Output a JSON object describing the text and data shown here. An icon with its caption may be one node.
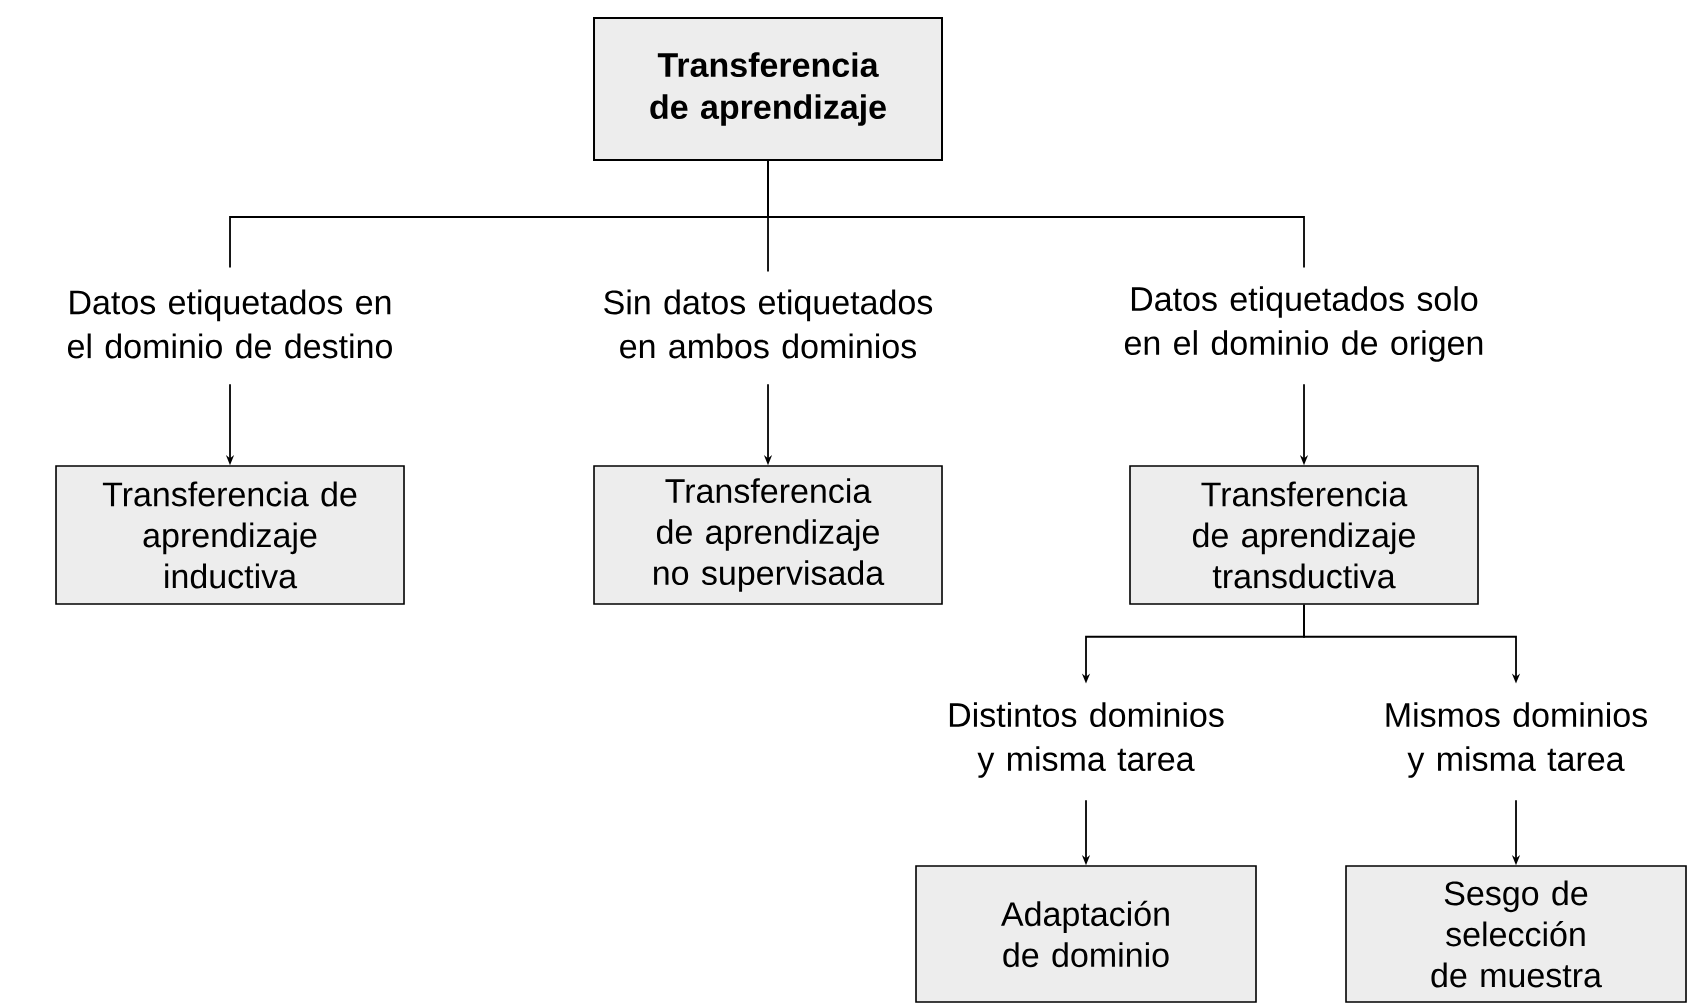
{
  "diagram": {
    "nodes": [
      {
        "text": [
          "Transferencia de aprendizaje"
        ]
      },
      {
        "text": [
          "Datos etiquetados en el dominio de destino"
        ]
      },
      {
        "text": [
          "Sin datos etiquetados en ambos dominios"
        ]
      },
      {
        "text": [
          "Datos etiquetados solo en el dominio de origen"
        ]
      },
      {
        "text": [
          "Transferencia de aprendizaje inductiva"
        ]
      },
      {
        "text": [
          "Transferencia de aprendizaje no supervisada"
        ]
      },
      {
        "text": [
          "Transferencia de aprendizaje transductiva"
        ]
      },
      {
        "text": [
          "Distintos dominios y misma tarea"
        ]
      },
      {
        "text": [
          "Mismos dominios y misma tarea"
        ]
      },
      {
        "text": [
          "Adaptación de dominio"
        ]
      },
      {
        "text": [
          "Sesgo de selección de muestra"
        ]
      }
    ],
    "edges": [
      {
        "from": 0,
        "to": 1,
        "arrow": "none"
      },
      {
        "from": 0,
        "to": 2,
        "arrow": "none"
      },
      {
        "from": 0,
        "to": 3,
        "arrow": "none"
      },
      {
        "from": 1,
        "to": 4,
        "arrow": "to"
      },
      {
        "from": 2,
        "to": 5,
        "arrow": "to"
      },
      {
        "from": 3,
        "to": 6,
        "arrow": "to"
      },
      {
        "from": 6,
        "to": 7,
        "arrow": "to"
      },
      {
        "from": 6,
        "to": 8,
        "arrow": "to"
      },
      {
        "from": 7,
        "to": 9,
        "arrow": "to"
      },
      {
        "from": 8,
        "to": 10,
        "arrow": "to"
      }
    ]
  }
}
